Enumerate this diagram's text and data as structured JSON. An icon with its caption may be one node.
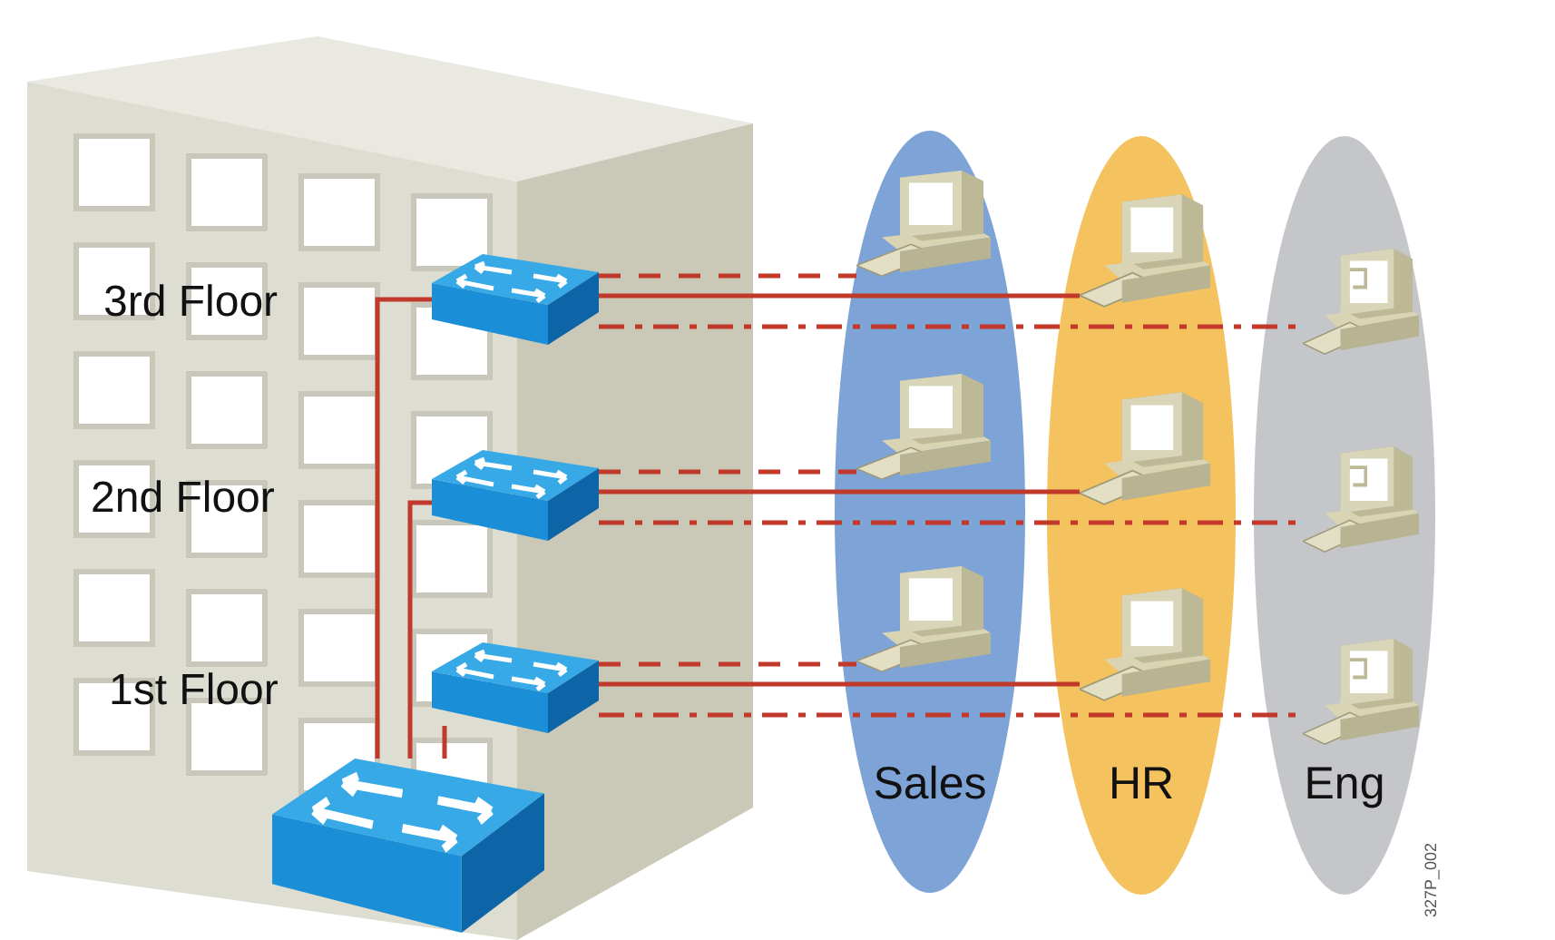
{
  "diagram": {
    "nodes": [
      {
        "text": [],
        "shape": "picture"
      },
      {
        "text": [],
        "shape": "picture"
      },
      {
        "text": [],
        "shape": "picture"
      },
      {
        "text": [],
        "shape": "picture"
      },
      {
        "text": [
          "Sales"
        ]
      },
      {
        "text": [],
        "shape": "picture",
        "in": 4
      },
      {
        "text": [],
        "shape": "picture",
        "in": 4
      },
      {
        "text": [],
        "shape": "picture",
        "in": 4
      },
      {
        "text": [
          "HR"
        ]
      },
      {
        "text": [],
        "shape": "picture",
        "in": 8
      },
      {
        "text": [],
        "shape": "picture",
        "in": 8
      },
      {
        "text": [],
        "shape": "picture",
        "in": 8
      },
      {
        "text": [
          "Eng"
        ]
      },
      {
        "text": [],
        "shape": "picture",
        "in": 12
      },
      {
        "text": [],
        "shape": "picture",
        "in": 12
      },
      {
        "text": [],
        "shape": "picture",
        "in": 12
      }
    ],
    "edges": [
      {
        "from": 3,
        "to": 0,
        "arrow": "none"
      },
      {
        "from": 3,
        "to": 1,
        "arrow": "none"
      },
      {
        "from": 3,
        "to": 2,
        "arrow": "none"
      },
      {
        "from": 0,
        "to": 5,
        "arrow": "none",
        "style": "dashed"
      },
      {
        "from": 0,
        "to": 9,
        "arrow": "none"
      },
      {
        "from": 0,
        "to": 13,
        "arrow": "none",
        "style": "dashed"
      },
      {
        "from": 1,
        "to": 6,
        "arrow": "none",
        "style": "dashed"
      },
      {
        "from": 1,
        "to": 10,
        "arrow": "none"
      },
      {
        "from": 1,
        "to": 14,
        "arrow": "none",
        "style": "dashed"
      },
      {
        "from": 2,
        "to": 7,
        "arrow": "none",
        "style": "dashed"
      },
      {
        "from": 2,
        "to": 11,
        "arrow": "none"
      },
      {
        "from": 2,
        "to": 15,
        "arrow": "none",
        "style": "dashed"
      }
    ],
    "labels": [
      "3rd Floor",
      "2nd Floor",
      "1st Floor",
      "327P_002"
    ]
  }
}
